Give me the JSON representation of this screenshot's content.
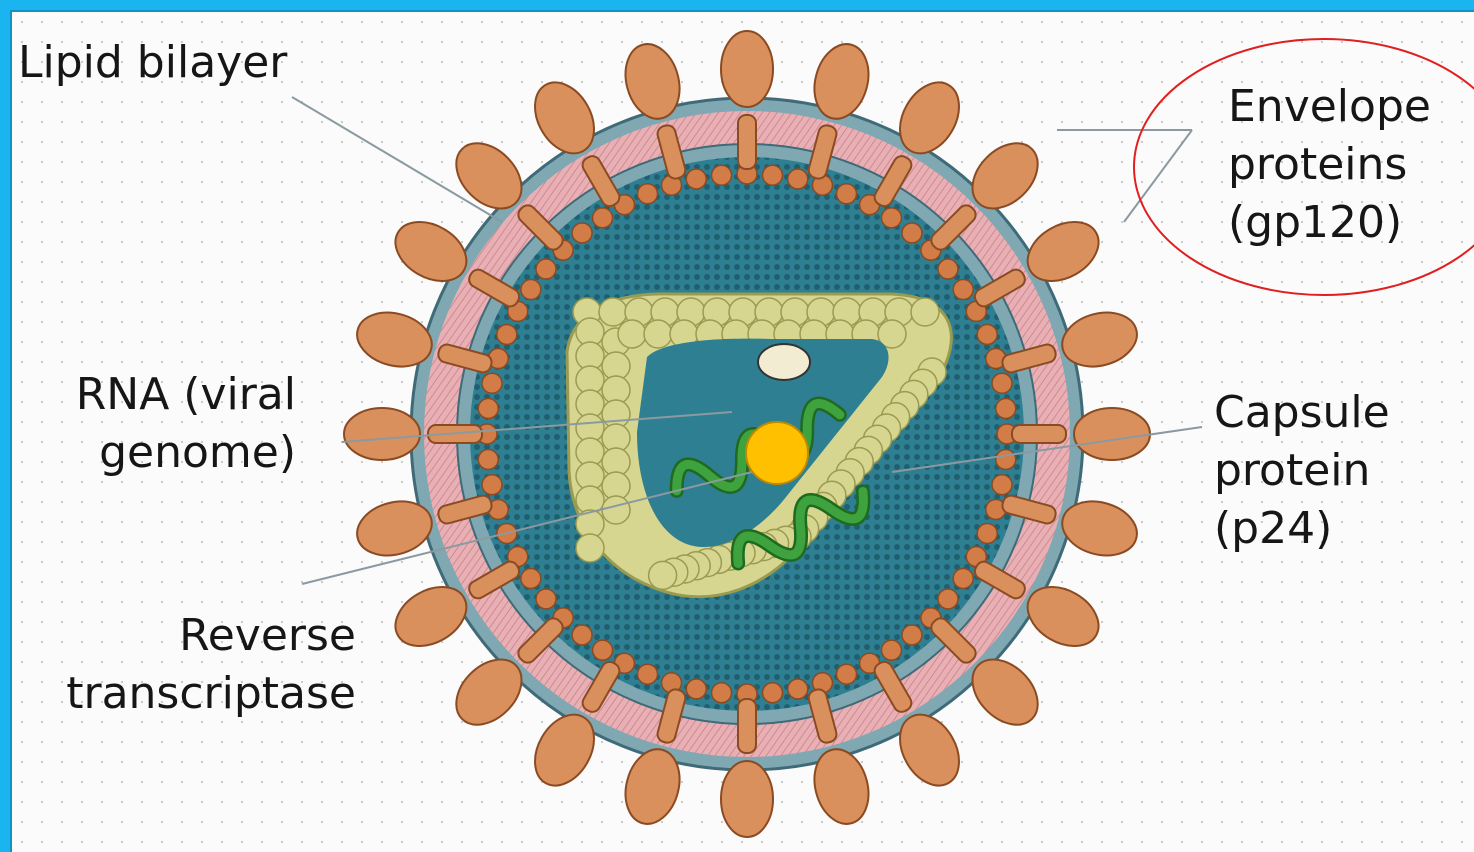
{
  "labels": {
    "lipid_bilayer": "Lipid bilayer",
    "envelope_proteins": [
      "Envelope",
      "proteins",
      "(gp120)"
    ],
    "rna": [
      "RNA (viral",
      "genome)"
    ],
    "capsule_protein": [
      "Capsule",
      "protein",
      "(p24)"
    ],
    "reverse_transcriptase": [
      "Reverse",
      "transcriptase"
    ]
  },
  "colors": {
    "page_border": "#1ab5f0",
    "lipid_layer": "#e8b0b4",
    "membrane_edge": "#7fa8b2",
    "envelope_protein": "#d9905c",
    "protein_outline": "#8a4a22",
    "matrix": "#2f7f92",
    "matrix_dots": "#d27c48",
    "capsid": "#d6d690",
    "rna": "#3ea33e",
    "reverse_transcriptase": "#ffc000",
    "highlight_ellipse": "#e02020"
  },
  "icons": [
    "virion-illustration",
    "highlight-ellipse"
  ]
}
